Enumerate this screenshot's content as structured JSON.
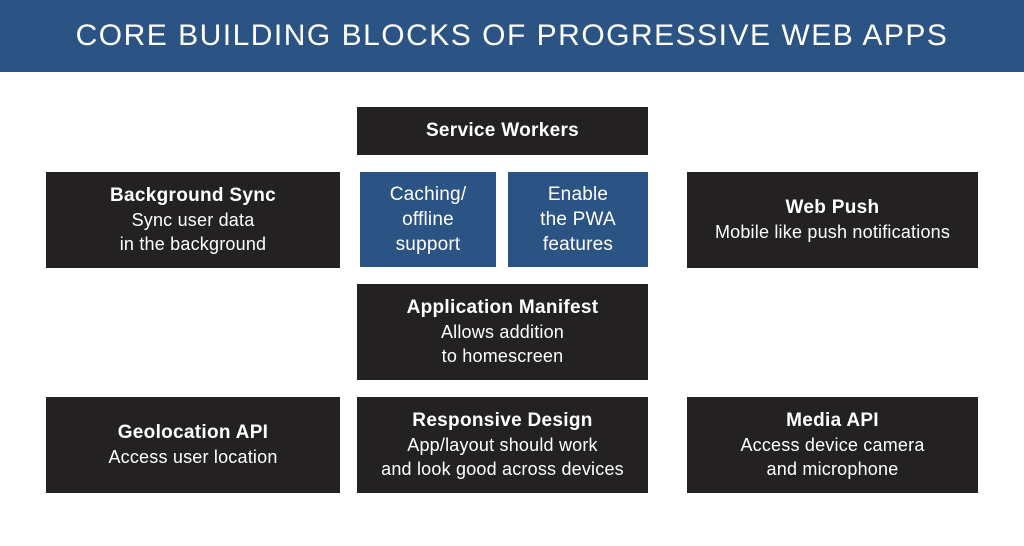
{
  "header": {
    "title": "CORE BUILDING BLOCKS OF PROGRESSIVE WEB APPS"
  },
  "colors": {
    "header_bg": "#2b5384",
    "box_blue": "#2b5384",
    "box_dark": "#242122",
    "text_light": "#ffffff",
    "page_bg": "#ffffff"
  },
  "diagram": {
    "service_workers": {
      "title": "Service Workers"
    },
    "background_sync": {
      "title": "Background Sync",
      "lines": [
        "Sync user data",
        "in the background"
      ]
    },
    "caching": {
      "lines": [
        "Caching/",
        "offline",
        "support"
      ]
    },
    "enable_pwa": {
      "lines": [
        "Enable",
        "the PWA",
        "features"
      ]
    },
    "web_push": {
      "title": "Web Push",
      "lines": [
        "Mobile like push notifications"
      ]
    },
    "application_manifest": {
      "title": "Application Manifest",
      "lines": [
        "Allows addition",
        "to homescreen"
      ]
    },
    "geolocation_api": {
      "title": "Geolocation API",
      "lines": [
        "Access user location"
      ]
    },
    "responsive_design": {
      "title": "Responsive Design",
      "lines": [
        "App/layout should work",
        "and look good across devices"
      ]
    },
    "media_api": {
      "title": "Media API",
      "lines": [
        "Access device camera",
        "and microphone"
      ]
    }
  }
}
